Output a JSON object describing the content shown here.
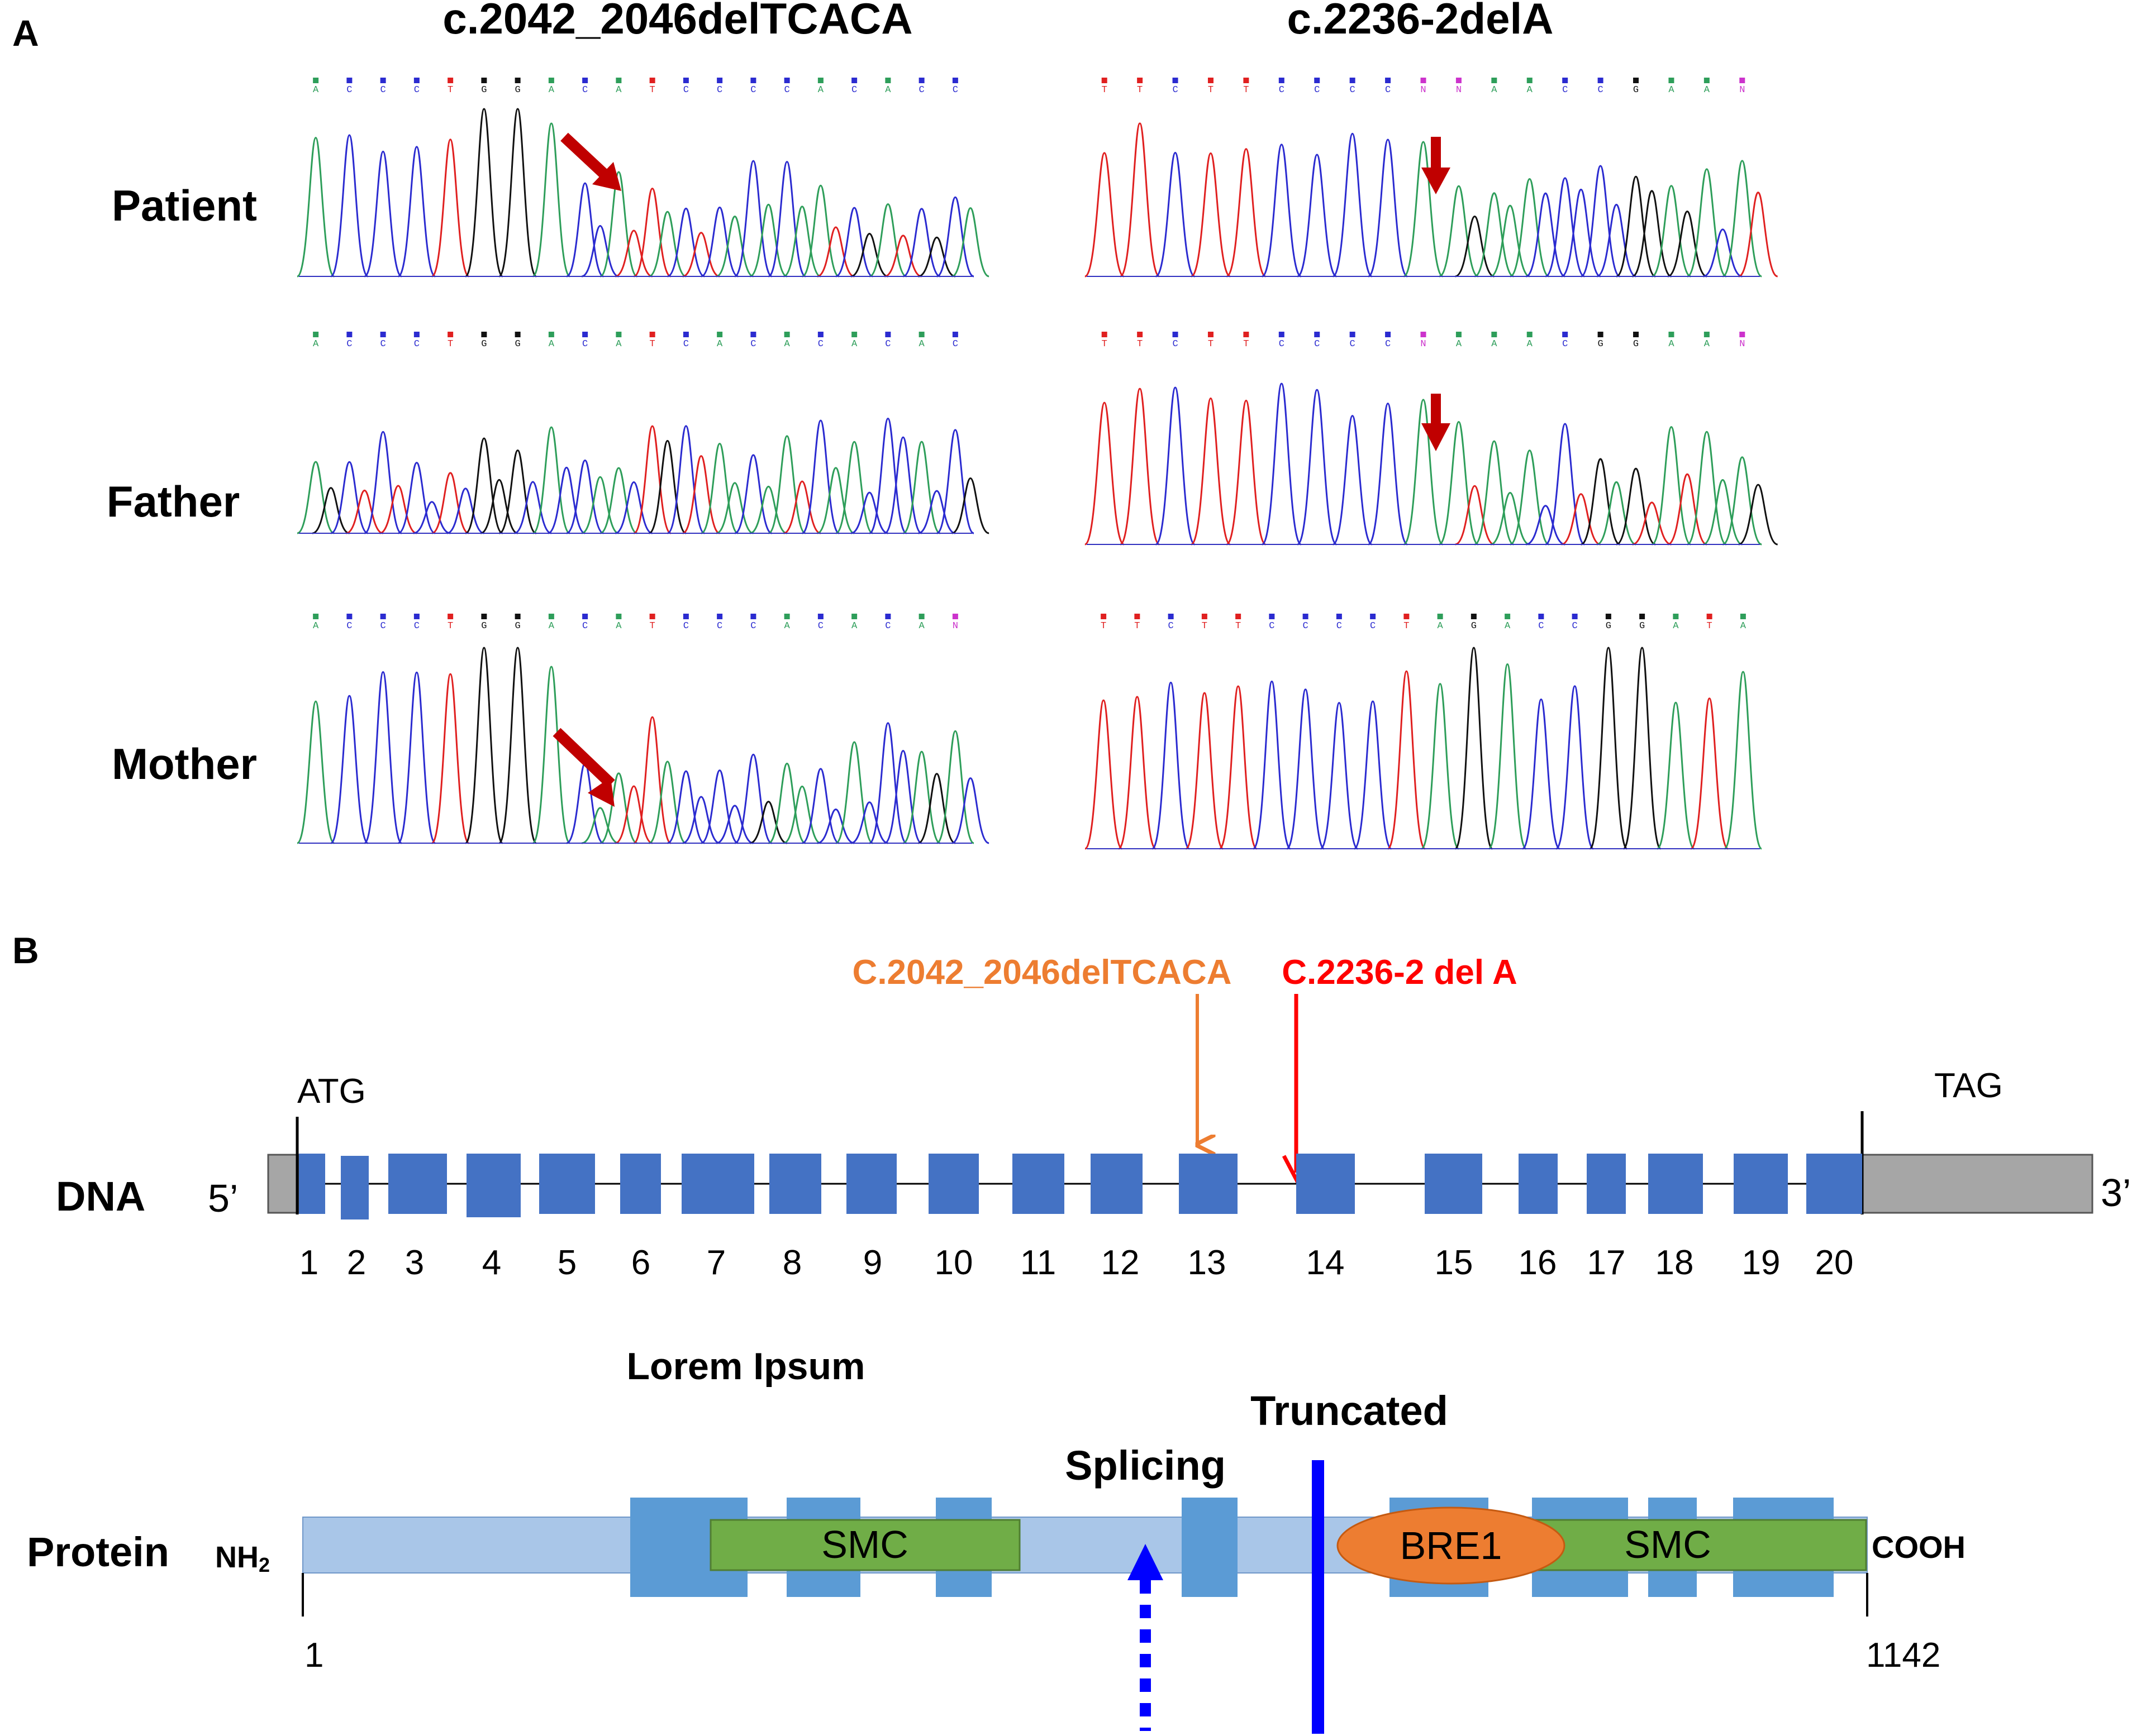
{
  "panel_a": {
    "label": "A",
    "left_title": "c.2042_2046delTCACA",
    "right_title": "c.2236-2delA",
    "rows": [
      {
        "name": "Patient",
        "left_seq": [
          "A",
          "C",
          "C",
          "C",
          "T",
          "G",
          "G",
          "A",
          "C",
          "A",
          "T",
          "C",
          "C",
          "C",
          "C",
          "A",
          "C",
          "A",
          "C",
          "C"
        ],
        "right_seq": [
          "T",
          "T",
          "C",
          "T",
          "T",
          "C",
          "C",
          "C",
          "C",
          "N",
          "N",
          "A",
          "A",
          "C",
          "C",
          "G",
          "A",
          "A",
          "N"
        ]
      },
      {
        "name": "Father",
        "left_seq": [
          "A",
          "C",
          "C",
          "C",
          "T",
          "G",
          "G",
          "A",
          "C",
          "A",
          "T",
          "C",
          "A",
          "C",
          "A",
          "C",
          "A",
          "C",
          "A",
          "C"
        ],
        "right_seq": [
          "T",
          "T",
          "C",
          "T",
          "T",
          "C",
          "C",
          "C",
          "C",
          "N",
          "A",
          "A",
          "A",
          "C",
          "G",
          "G",
          "A",
          "A",
          "N"
        ]
      },
      {
        "name": "Mother",
        "left_seq": [
          "A",
          "C",
          "C",
          "C",
          "T",
          "G",
          "G",
          "A",
          "C",
          "A",
          "T",
          "C",
          "C",
          "C",
          "A",
          "C",
          "A",
          "C",
          "A",
          "N"
        ],
        "right_seq": [
          "T",
          "T",
          "C",
          "T",
          "T",
          "C",
          "C",
          "C",
          "C",
          "T",
          "A",
          "G",
          "A",
          "C",
          "C",
          "G",
          "G",
          "A",
          "T",
          "A"
        ]
      }
    ]
  },
  "panel_b": {
    "label": "B",
    "dna_label": "DNA",
    "five_prime": "5’",
    "three_prime": "3’",
    "start_codon": "ATG",
    "stop_codon": "TAG",
    "exon_numbers": [
      "1",
      "2",
      "3",
      "4",
      "5",
      "6",
      "7",
      "8",
      "9",
      "10",
      "11",
      "12",
      "13",
      "14",
      "15",
      "16",
      "17",
      "18",
      "19",
      "20"
    ],
    "mutation_1": "C.2042_2046delTCACA",
    "mutation_2": "C.2236-2 del A",
    "protein_label": "Protein",
    "nh2": "NH",
    "nh2_sub": "2",
    "cooh": "COOH",
    "start_pos": "1",
    "end_pos": "1142",
    "lorem": "Lorem Ipsum",
    "truncated": "Truncated",
    "splicing": "Splicing",
    "domains": [
      "SMC",
      "BRE1",
      "SMC"
    ]
  },
  "colors": {
    "exon": "#4472C4",
    "utr": "#A6A6A6",
    "protein_bar": "#A9C6E8",
    "protein_block": "#5B9BD5",
    "smc": "#70AD47",
    "bre1": "#ED7D31",
    "mutation_1": "#ED7D31",
    "mutation_2": "#FF0000",
    "red_arrow": "#C00000",
    "truncation_line": "#0000FF",
    "trace_a": "#2E9E5A",
    "trace_c": "#2B2BD0",
    "trace_g": "#111111",
    "trace_t": "#E02020"
  }
}
